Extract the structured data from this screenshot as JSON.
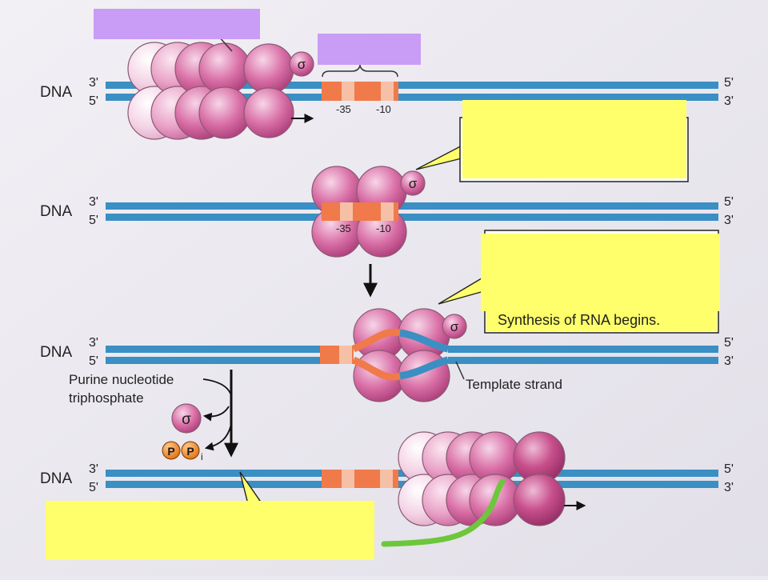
{
  "labels": {
    "dna": "DNA",
    "three_prime": "3'",
    "five_prime": "5'",
    "minus35": "-35",
    "minus10": "-10",
    "sigma": "σ",
    "phosphate": "P",
    "inorganic_subscript": "i",
    "purine_line1": "Purine nucleotide",
    "purine_line2": "triphosphate",
    "template_strand": "Template strand",
    "synthesis": "Synthesis of RNA begins."
  },
  "colors": {
    "dna_strand": "#3a8fc4",
    "promoter": "#f07a4a",
    "promoter_light": "#f6c0a6",
    "polymerase": "#cf5f96",
    "purple_box": "#c99cf5",
    "yellow_box": "#ffff6b",
    "rna": "#6dc73a",
    "phosphate": "#f08a1c"
  }
}
